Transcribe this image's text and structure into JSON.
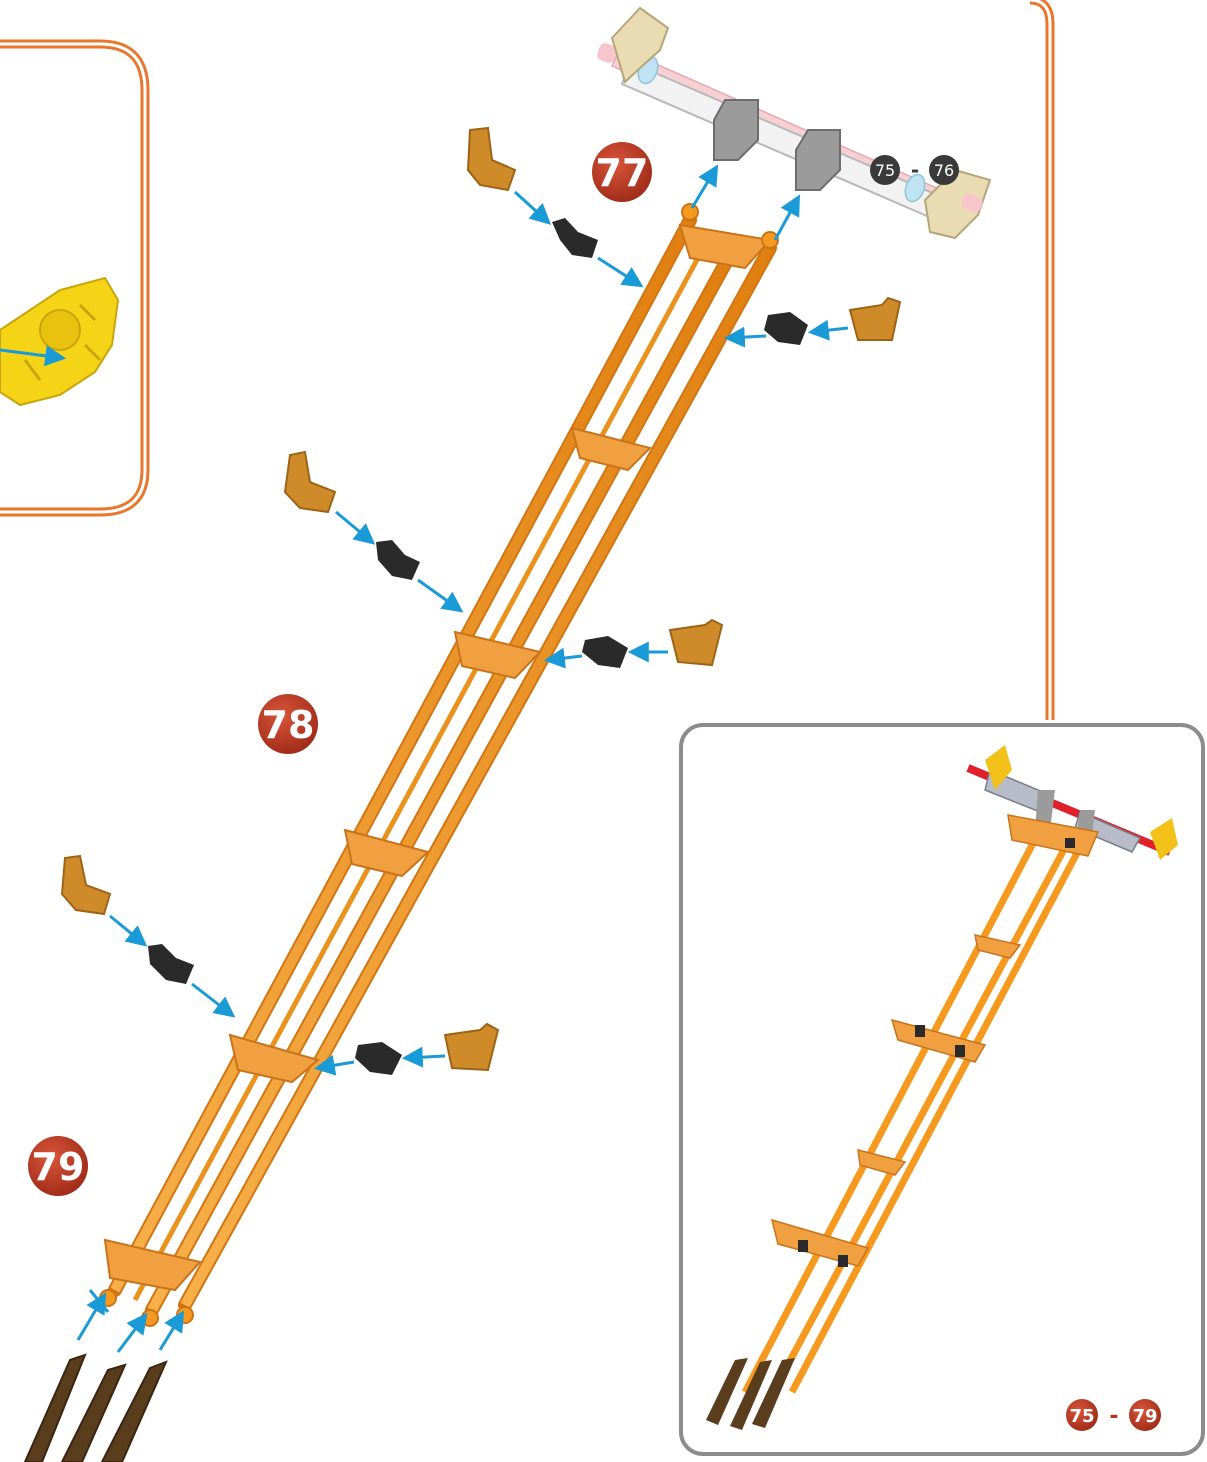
{
  "steps": {
    "s77": "77",
    "s78": "78",
    "s79": "79"
  },
  "references": {
    "top_from": "75",
    "top_to": "76",
    "top_sep": "-",
    "inset_from": "75",
    "inset_to": "79",
    "inset_sep": "-"
  },
  "colors": {
    "frame_orange": "#e8762b",
    "step_badge": "#b8341f",
    "ref_badge": "#3a3a3a",
    "rod_orange": "#f59a1e",
    "bracket_tan": "#cf8a2a",
    "connector_black": "#2a2a2a",
    "arrow_blue": "#1a9ad6",
    "post_brown": "#5a3d1c",
    "inset_border": "#8c8c8c",
    "axle_red": "#e0202a",
    "clip_yellow": "#f2c21a"
  }
}
